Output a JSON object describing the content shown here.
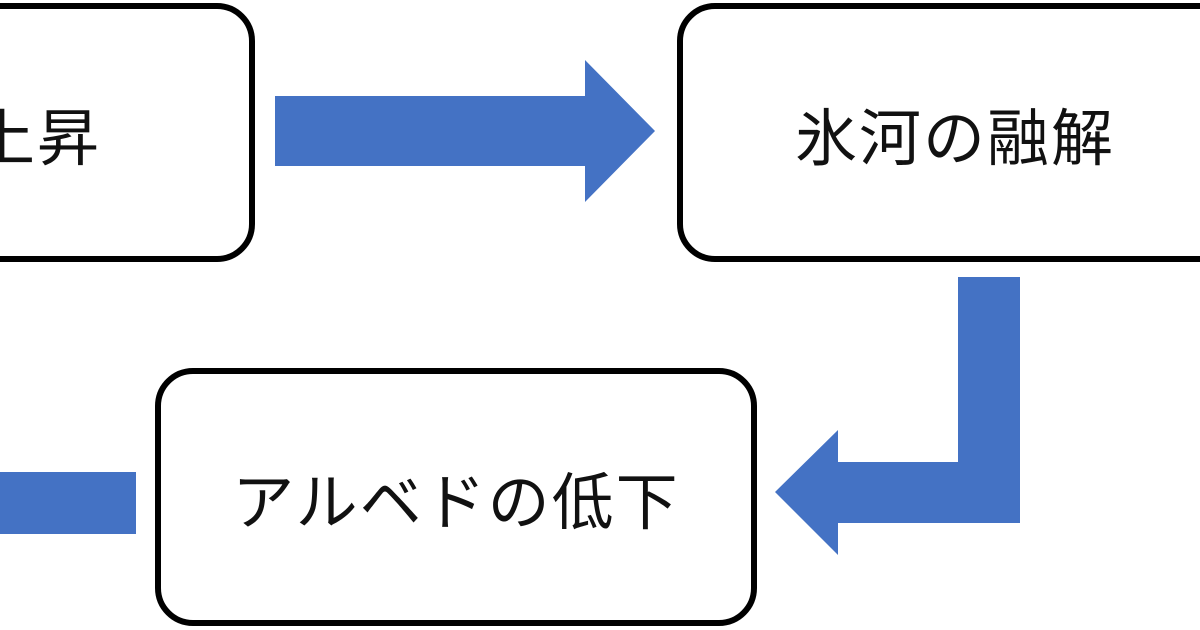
{
  "diagram": {
    "nodes": [
      {
        "id": "temp",
        "label": "上昇"
      },
      {
        "id": "glacier",
        "label": "氷河の融解"
      },
      {
        "id": "albedo",
        "label": "アルベドの低下"
      }
    ],
    "colors": {
      "arrow": "#4472C4",
      "box_border": "#000000",
      "text": "#111111"
    }
  }
}
